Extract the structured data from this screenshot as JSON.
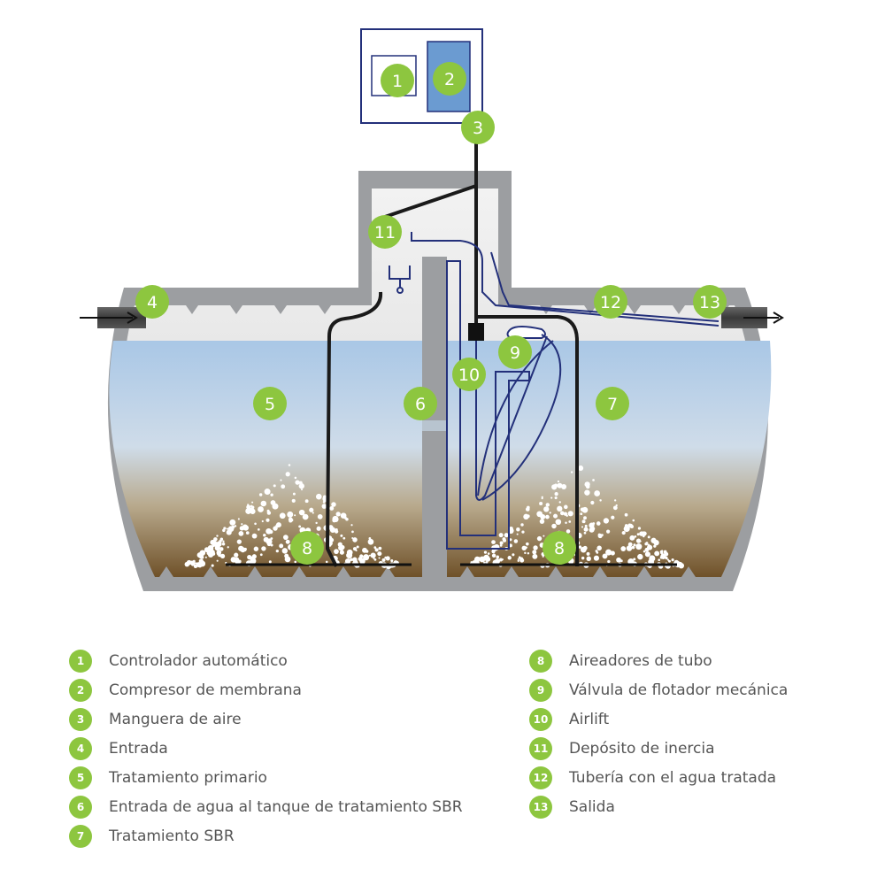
{
  "colors": {
    "badge": "#8dc63f",
    "tank_wall": "#9c9ea1",
    "water_top": "#aac8e6",
    "sludge": "#7a5c32",
    "pipe_blue": "#23307a",
    "hose_black": "#1a1a1a",
    "legend_text": "#555555"
  },
  "diagram": {
    "badges": [
      {
        "id": "1",
        "text": "1"
      },
      {
        "id": "2",
        "text": "2"
      },
      {
        "id": "3",
        "text": "3"
      },
      {
        "id": "4",
        "text": "4"
      },
      {
        "id": "5",
        "text": "5"
      },
      {
        "id": "6",
        "text": "6"
      },
      {
        "id": "7",
        "text": "7"
      },
      {
        "id": "8a",
        "text": "8"
      },
      {
        "id": "8b",
        "text": "8"
      },
      {
        "id": "9",
        "text": "9"
      },
      {
        "id": "10",
        "text": "10"
      },
      {
        "id": "11",
        "text": "11"
      },
      {
        "id": "12",
        "text": "12"
      },
      {
        "id": "13",
        "text": "13"
      }
    ]
  },
  "legend": {
    "left": [
      {
        "num": "1",
        "label": "Controlador automático"
      },
      {
        "num": "2",
        "label": "Compresor de membrana"
      },
      {
        "num": "3",
        "label": "Manguera de aire"
      },
      {
        "num": "4",
        "label": "Entrada"
      },
      {
        "num": "5",
        "label": "Tratamiento primario"
      },
      {
        "num": "6",
        "label": "Entrada de agua al tanque de tratamiento SBR"
      },
      {
        "num": "7",
        "label": "Tratamiento SBR"
      }
    ],
    "right": [
      {
        "num": "8",
        "label": "Aireadores de tubo"
      },
      {
        "num": "9",
        "label": "Válvula de flotador mecánica"
      },
      {
        "num": "10",
        "label": "Airlift"
      },
      {
        "num": "11",
        "label": "Depósito de inercia"
      },
      {
        "num": "12",
        "label": "Tubería con el agua tratada"
      },
      {
        "num": "13",
        "label": "Salida"
      }
    ]
  }
}
